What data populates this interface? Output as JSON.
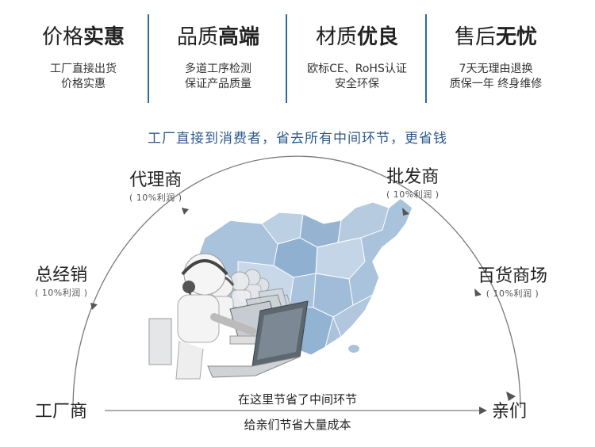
{
  "features": [
    {
      "title_a": "价格",
      "title_b": "实惠",
      "line1": "工厂直接出货",
      "line2": "价格实惠"
    },
    {
      "title_a": "品质",
      "title_b": "高端",
      "line1": "多道工序检测",
      "line2": "保证产品质量"
    },
    {
      "title_a": "材质",
      "title_b": "优良",
      "line1": "欧标CE、RoHS认证",
      "line2": "安全环保"
    },
    {
      "title_a": "售后",
      "title_b": "无忧",
      "line1": "7天无理由退换",
      "line2": "质保一年 终身维修"
    }
  ],
  "slogan": "工厂直接到消费者，省去所有中间环节，更省钱",
  "nodes": {
    "factory": "工厂商",
    "distributor": {
      "label": "总经销",
      "pct": "( 10%利润 )"
    },
    "agent": {
      "label": "代理商",
      "pct": "( 10%利润 )"
    },
    "wholesaler": {
      "label": "批发商",
      "pct": "( 10%利润 )"
    },
    "store": {
      "label": "百货商场",
      "pct": "( 10%利润 )"
    },
    "customer": "亲们"
  },
  "bottom": {
    "line1": "在这里节省了中间环节",
    "line2": "给亲们节省大量成本"
  },
  "colors": {
    "accent": "#2d6aa5",
    "slogan": "#2c5a8c",
    "map": "#9fbcd8"
  }
}
